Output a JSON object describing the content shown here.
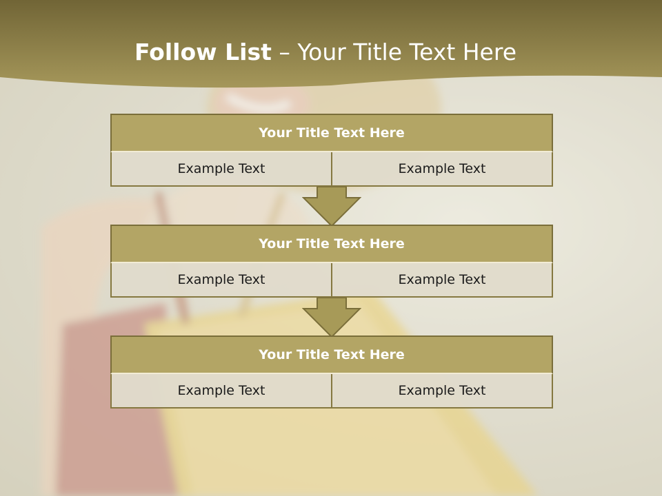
{
  "slide": {
    "title_bold": "Follow List",
    "title_rest": "– Your Title Text Here"
  },
  "blocks": [
    {
      "title": "Your Title Text Here",
      "left": "Example Text",
      "right": "Example Text"
    },
    {
      "title": "Your Title Text Here",
      "left": "Example Text",
      "right": "Example Text"
    },
    {
      "title": "Your Title Text Here",
      "left": "Example Text",
      "right": "Example Text"
    }
  ],
  "colors": {
    "band": "#7a6d39",
    "header_fill": "#b3a565",
    "cell_fill": "#e0dbcb",
    "arrow_fill": "#a79a58"
  }
}
